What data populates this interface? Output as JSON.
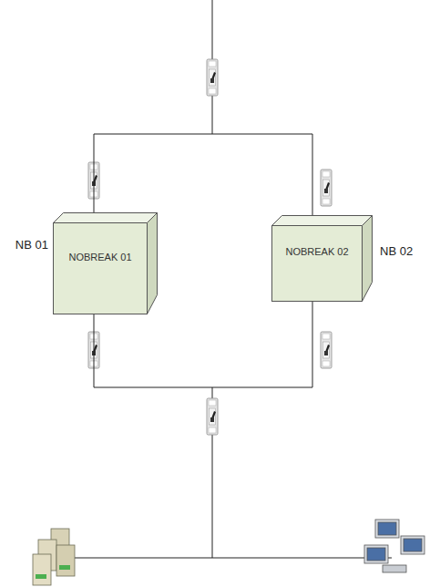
{
  "diagram": {
    "nodes": [
      {
        "text": [
          "NB 01",
          "NOBREAK 01"
        ]
      },
      {
        "text": [
          "NOBREAK 02",
          "NB 02"
        ]
      }
    ],
    "edges": [
      {
        "from": 0,
        "to": 1,
        "arrow": "none"
      },
      {
        "from": 0,
        "to": 1,
        "arrow": "none"
      }
    ]
  }
}
